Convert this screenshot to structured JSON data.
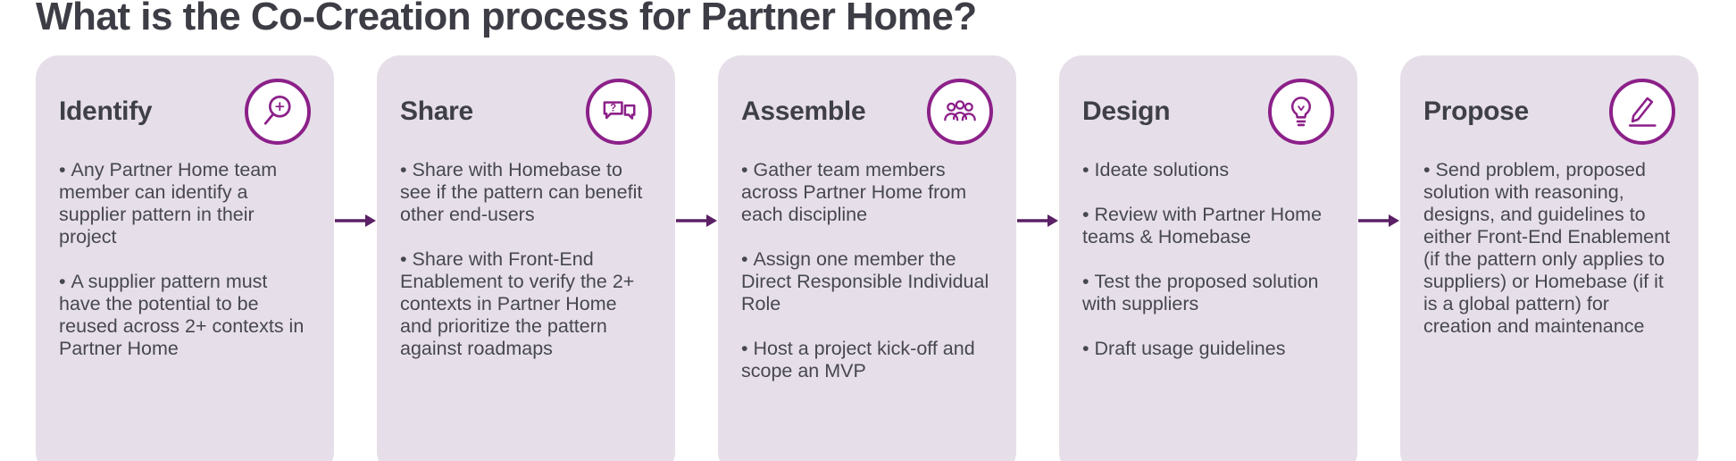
{
  "title": "What is the Co-Creation process for Partner Home?",
  "colors": {
    "accent_purple": "#8c2089",
    "arrow_purple": "#5b2065",
    "card_background": "#e6dfe9",
    "title_text": "#3d3d46",
    "body_text": "#47474f"
  },
  "steps": [
    {
      "label": "Identify",
      "icon": "magnifier-icon",
      "bullets": [
        "Any Partner Home team member can identify a supplier pattern in their project",
        "A supplier pattern must have the potential to be reused across 2+ contexts in Partner Home"
      ]
    },
    {
      "label": "Share",
      "icon": "chat-question-icon",
      "bullets": [
        "Share with Homebase to see if the pattern can benefit other end-users",
        "Share with Front-End Enablement to verify the 2+ contexts in Partner Home and prioritize the pattern against roadmaps"
      ]
    },
    {
      "label": "Assemble",
      "icon": "people-group-icon",
      "bullets": [
        "Gather team members across Partner Home from each discipline",
        "Assign one member the Direct Responsible Individual Role",
        "Host a project kick-off and scope an MVP"
      ]
    },
    {
      "label": "Design",
      "icon": "lightbulb-icon",
      "bullets": [
        "Ideate solutions",
        "Review with Partner Home teams & Homebase",
        "Test the proposed solution with suppliers",
        "Draft usage guidelines"
      ]
    },
    {
      "label": "Propose",
      "icon": "pencil-icon",
      "bullets": [
        "Send problem, proposed solution with reasoning, designs, and guidelines to either Front-End Enablement (if the pattern only applies to suppliers) or Homebase (if it is a global pattern) for creation and maintenance"
      ]
    }
  ]
}
